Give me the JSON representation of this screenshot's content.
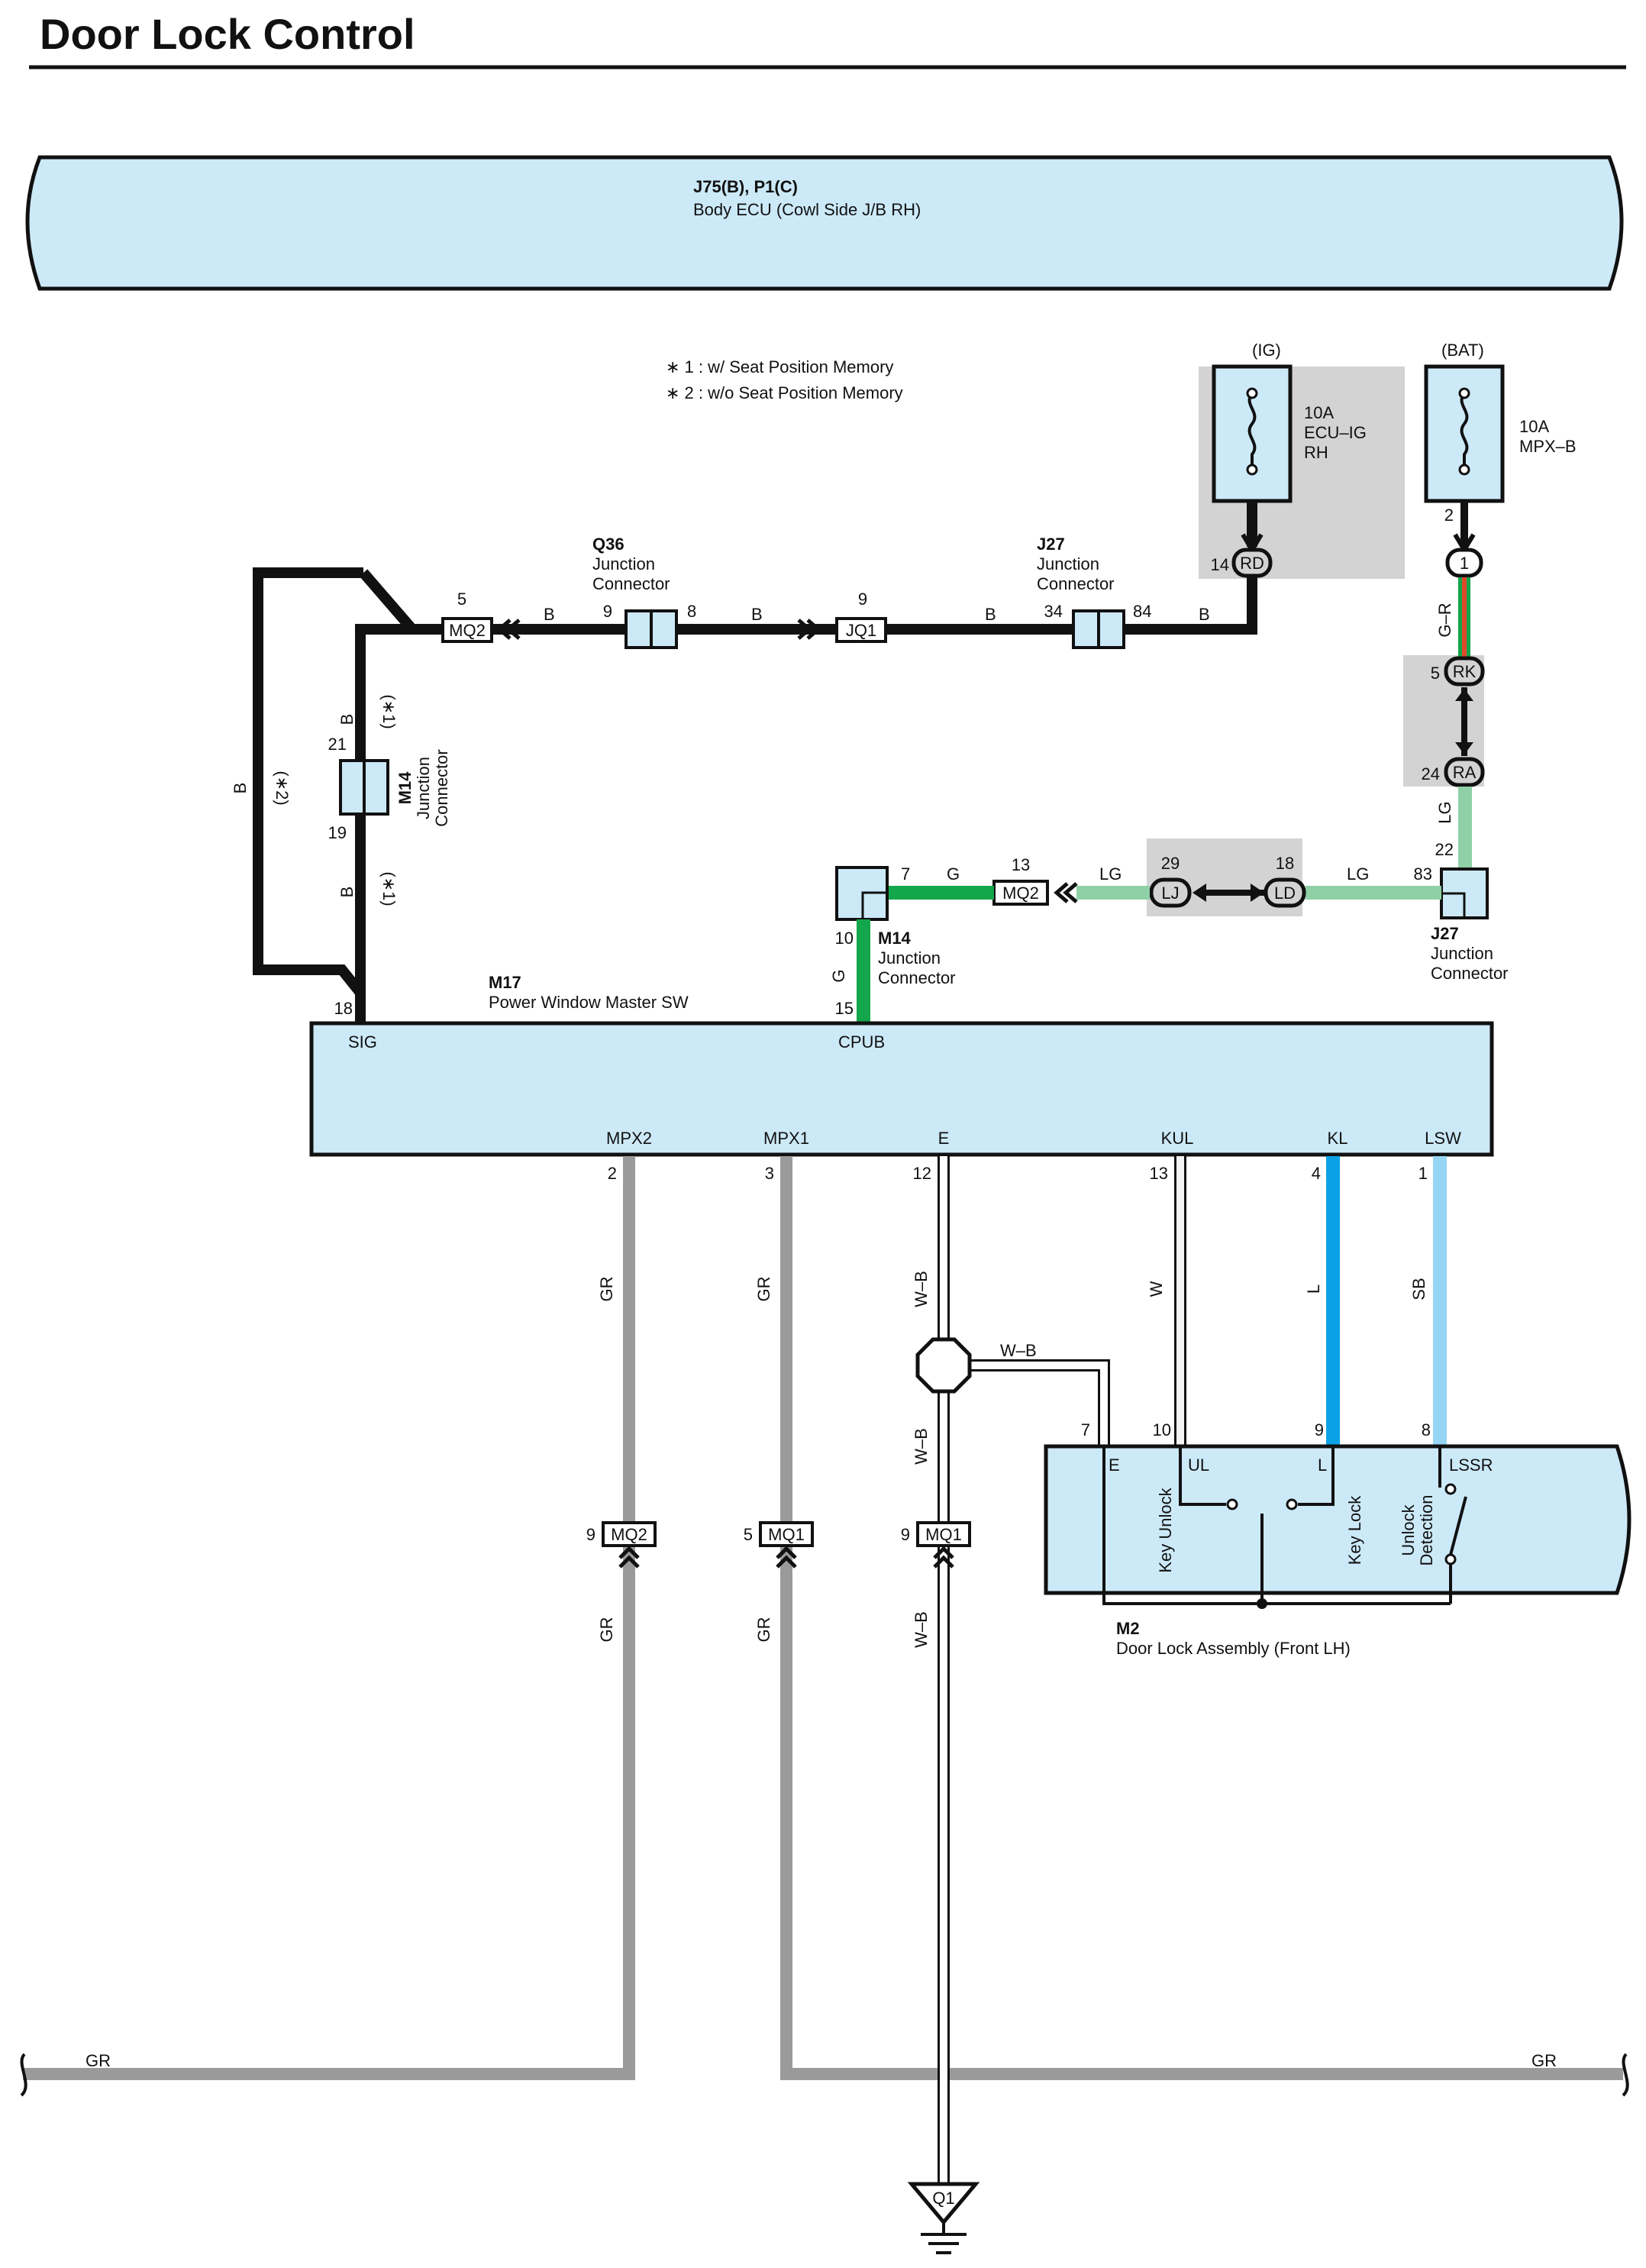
{
  "title": "Door Lock Control",
  "colors": {
    "component_fill": "#cce9f8",
    "shade_fill": "#d3d3d3",
    "wire_B": "#111111",
    "wire_G": "#13a64b",
    "wire_LG": "#8fd0a6",
    "wire_GR": "#9a9a9a",
    "wire_L": "#0aa2e6",
    "wire_SB": "#95d6f4",
    "wire_W": "#f4f4f4",
    "wire_WB": "#ffffff",
    "wire_GR_stripe": "#e04a2a"
  },
  "body_ecu": {
    "code": "J75(B), P1(C)",
    "name": "Body ECU (Cowl Side J/B RH)"
  },
  "notes": [
    "∗ 1 : w/ Seat Position Memory",
    "∗ 2 : w/o Seat Position Memory"
  ],
  "fuses": {
    "ig": {
      "source": "(IG)",
      "line1": "10A",
      "line2": "ECU–IG",
      "line3": "RH",
      "conn": "RD",
      "pin": "14"
    },
    "bat": {
      "source": "(BAT)",
      "line1": "10A",
      "line2": "MPX–B",
      "conn": "1",
      "pin": "2"
    }
  },
  "upper_run": {
    "mq2_pin": "5",
    "mq2": "MQ2",
    "q36": {
      "code": "Q36",
      "l1": "Junction",
      "l2": "Connector",
      "pin_l": "9",
      "pin_r": "8"
    },
    "jq1_pin": "9",
    "jq1": "JQ1",
    "j27": {
      "code": "J27",
      "l1": "Junction",
      "l2": "Connector",
      "pin_l": "34",
      "pin_r": "84"
    },
    "wire": "B"
  },
  "bat_chain": {
    "wire": "G–R",
    "rk": "RK",
    "rk_pin": "5",
    "ra": "RA",
    "ra_pin": "24",
    "wire2": "LG",
    "j27_pin": "22"
  },
  "cpub_run": {
    "j27": {
      "code": "J27",
      "l1": "Junction",
      "l2": "Connector",
      "pin": "83"
    },
    "ld": "LD",
    "ld_pin": "18",
    "lj": "LJ",
    "lj_pin": "29",
    "mq2": "MQ2",
    "mq2_pin": "13",
    "m14_pin_top": "7",
    "m14_pin_bot": "10",
    "m14": {
      "code": "M14",
      "l1": "Junction",
      "l2": "Connector"
    },
    "w_lg": "LG",
    "w_g": "G",
    "cpub_pin": "15"
  },
  "sig_run": {
    "wire": "B",
    "opt1": "(∗1)",
    "opt2": "(∗2)",
    "m14": {
      "code": "M14",
      "l1": "Junction",
      "l2": "Connector",
      "pin_top": "21",
      "pin_bot": "19"
    },
    "sig_pin": "18"
  },
  "master_sw": {
    "code": "M17",
    "name": "Power Window Master SW",
    "sig": "SIG",
    "cpub": "CPUB",
    "mpx2": "MPX2",
    "mpx1": "MPX1",
    "e": "E",
    "kul": "KUL",
    "kl": "KL",
    "lsw": "LSW"
  },
  "lower": {
    "mpx2": {
      "pin": "2",
      "wire": "GR",
      "conn": "MQ2",
      "conn_pin": "9"
    },
    "mpx1": {
      "pin": "3",
      "wire": "GR",
      "conn": "MQ1",
      "conn_pin": "5"
    },
    "e": {
      "pin": "12",
      "wire": "W–B",
      "conn": "MQ1",
      "conn_pin": "9"
    },
    "kul": {
      "pin": "13",
      "wire": "W"
    },
    "kl": {
      "pin": "4",
      "wire": "L"
    },
    "lsw": {
      "pin": "1",
      "wire": "SB"
    },
    "wb_branch": "W–B",
    "gr_left": "GR",
    "gr_right": "GR",
    "ground": "Q1"
  },
  "door_lock": {
    "code": "M2",
    "name": "Door Lock Assembly (Front LH)",
    "pin_e": "7",
    "pin_ul": "10",
    "pin_l": "9",
    "pin_lssr": "8",
    "e": "E",
    "ul": "UL",
    "l": "L",
    "lssr": "LSSR",
    "key_unlock": "Key Unlock",
    "key_lock": "Key Lock",
    "unlock_det1": "Unlock",
    "unlock_det2": "Detection"
  }
}
